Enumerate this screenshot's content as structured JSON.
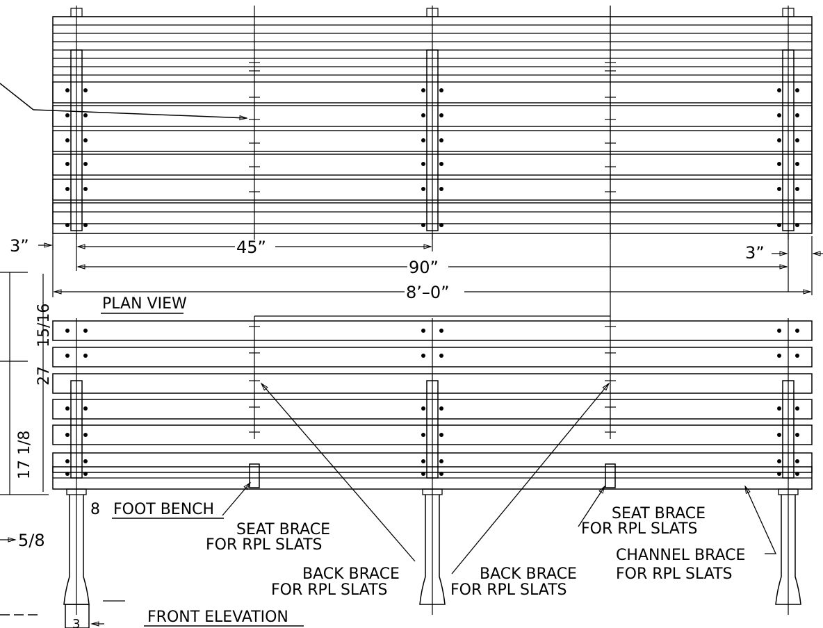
{
  "colors": {
    "ink": "#000000",
    "paper": "#ffffff"
  },
  "plan_view": {
    "title": "PLAN VIEW",
    "dims": {
      "left_offset": "3”",
      "post_spacing": "45”",
      "overall_posts": "90”",
      "right_offset": "3”",
      "overall_length": "8’–0”"
    }
  },
  "side_dims": {
    "depth_upper": "15/16",
    "height_back": "27",
    "height_seat": "17 1/8",
    "foot": "5/8"
  },
  "front_elevation": {
    "bench_label": "8",
    "bench_name": "FOOT BENCH",
    "title": "FRONT ELEVATION",
    "foot_dim": "3",
    "notes": [
      {
        "line1": "SEAT BRACE",
        "line2": "FOR RPL SLATS"
      },
      {
        "line1": "BACK BRACE",
        "line2": "FOR RPL SLATS"
      },
      {
        "line1": "BACK BRACE",
        "line2": "FOR RPL SLATS"
      },
      {
        "line1": "SEAT BRACE",
        "line2": "FOR RPL SLATS"
      },
      {
        "line1": "CHANNEL BRACE",
        "line2": "FOR RPL SLATS"
      }
    ]
  }
}
